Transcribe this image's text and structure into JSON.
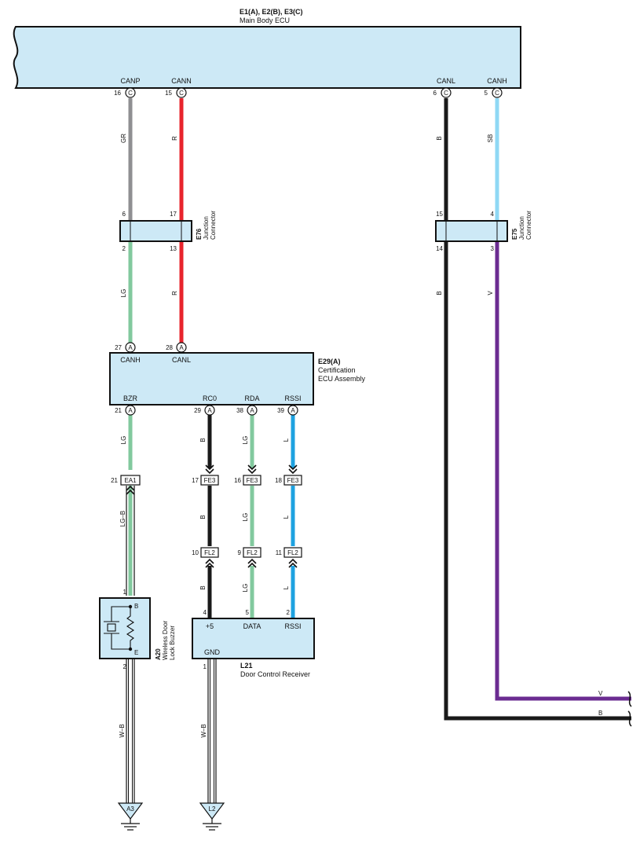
{
  "colors": {
    "GR": "#8f8f92",
    "R": "#e8242d",
    "LG": "#82c99e",
    "B": "#1a1a1a",
    "SB": "#8fd8f4",
    "V": "#6b2c91",
    "L": "#1ea2e0",
    "W-B": "#ffffff",
    "LG-B": "#82c99e",
    "box_fill": "#cde9f6"
  },
  "main_ecu": {
    "title": "E1(A), E2(B), E3(C)",
    "subtitle": "Main Body ECU",
    "pins": [
      {
        "pin": "16",
        "conn": "C",
        "name": "CANP"
      },
      {
        "pin": "15",
        "conn": "C",
        "name": "CANN"
      },
      {
        "pin": "6",
        "conn": "C",
        "name": "CANL"
      },
      {
        "pin": "5",
        "conn": "C",
        "name": "CANH"
      }
    ]
  },
  "wires": {
    "canp_top": "GR",
    "cann_top": "R",
    "canl_right": "B",
    "canh_right": "SB",
    "e76_left_out": "LG",
    "e76_right_out": "R",
    "e75_left_out": "B",
    "e75_right_out": "V",
    "bzr": "LG",
    "rc0": "B",
    "rda": "LG",
    "rssi": "L",
    "ea1_out": "LG–B",
    "fe3_rc0": "B",
    "fe3_rda": "LG",
    "fe3_rssi": "L",
    "fl2_rc0": "B",
    "fl2_rda": "LG",
    "fl2_rssi": "L",
    "a20_gnd": "W–B",
    "l21_gnd": "W–B",
    "bottom_v": "V",
    "bottom_b": "B"
  },
  "e76": {
    "id": "E76",
    "name_line1": "Junction",
    "name_line2": "Connector",
    "pins_top": [
      "6",
      "17"
    ],
    "pins_bottom": [
      "2",
      "13"
    ]
  },
  "e75": {
    "id": "E75",
    "name_line1": "Junction",
    "name_line2": "Connector",
    "pins_top": [
      "15",
      "4"
    ],
    "pins_bottom": [
      "14",
      "3"
    ]
  },
  "cert_ecu": {
    "id": "E29(A)",
    "name_line1": "Certification",
    "name_line2": "ECU Assembly",
    "top_pins": [
      {
        "pin": "27",
        "conn": "A",
        "name": "CANH"
      },
      {
        "pin": "28",
        "conn": "A",
        "name": "CANL"
      }
    ],
    "bottom_pins": [
      {
        "pin": "21",
        "conn": "A",
        "name": "BZR"
      },
      {
        "pin": "29",
        "conn": "A",
        "name": "RC0"
      },
      {
        "pin": "38",
        "conn": "A",
        "name": "RDA"
      },
      {
        "pin": "39",
        "conn": "A",
        "name": "RSSI"
      }
    ]
  },
  "connectors": {
    "ea1": {
      "pin": "21",
      "id": "EA1"
    },
    "fe3": [
      {
        "pin": "17",
        "id": "FE3"
      },
      {
        "pin": "16",
        "id": "FE3"
      },
      {
        "pin": "18",
        "id": "FE3"
      }
    ],
    "fl2": [
      {
        "pin": "10",
        "id": "FL2"
      },
      {
        "pin": "9",
        "id": "FL2"
      },
      {
        "pin": "11",
        "id": "FL2"
      }
    ]
  },
  "buzzer": {
    "id": "A20",
    "name_line1": "Wireless Door",
    "name_line2": "Lock Buzzer",
    "pin_top": "1",
    "pin_bottom": "2",
    "term_b": "B",
    "term_e": "E"
  },
  "receiver": {
    "id": "L21",
    "name": "Door Control Receiver",
    "pins_top": [
      {
        "pin": "4",
        "name": "+5"
      },
      {
        "pin": "5",
        "name": "DATA"
      },
      {
        "pin": "2",
        "name": "RSSI"
      }
    ],
    "pin_bottom": {
      "pin": "1",
      "name": "GND"
    }
  },
  "grounds": [
    {
      "id": "A3"
    },
    {
      "id": "L2"
    }
  ]
}
